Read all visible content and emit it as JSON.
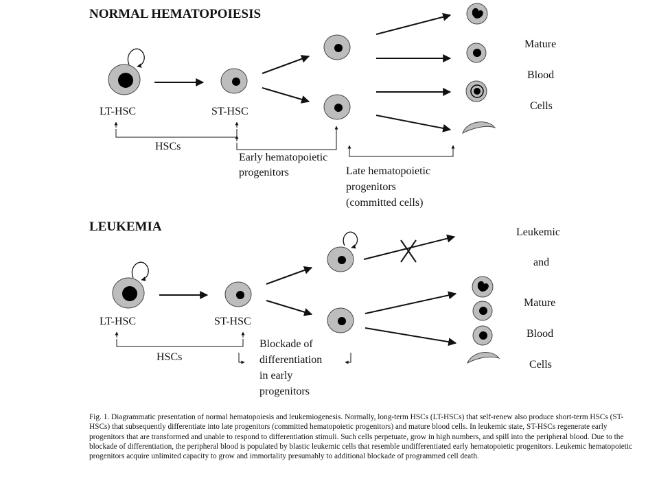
{
  "normal": {
    "title": "NORMAL HEMATOPOIESIS",
    "lt_hsc": "LT-HSC",
    "st_hsc": "ST-HSC",
    "hscs": "HSCs",
    "early_line1": "Early hematopoietic",
    "early_line2": "progenitors",
    "late_line1": "Late hematopoietic",
    "late_line2": "progenitors",
    "late_line3": "(committed cells)",
    "mature_line1": "Mature",
    "mature_line2": "Blood",
    "mature_line3": "Cells"
  },
  "leukemia": {
    "title": "LEUKEMIA",
    "lt_hsc": "LT-HSC",
    "st_hsc": "ST-HSC",
    "hscs": "HSCs",
    "blockade_line1": "Blockade of",
    "blockade_line2": "differentiation",
    "blockade_line3": "in early",
    "blockade_line4": "progenitors",
    "right_line1": "Leukemic",
    "right_line2": "and",
    "right_line3": "Mature",
    "right_line4": "Blood",
    "right_line5": "Cells"
  },
  "caption": "Fig. 1. Diagrammatic presentation of normal hematopoiesis and leukemiogenesis. Normally, long-term HSCs (LT-HSCs) that self-renew also produce short-term HSCs (ST-HSCs) that subsequently differentiate into late progenitors (committed hematopoietic progenitors) and mature blood cells. In leukemic state, ST-HSCs regenerate early progenitors that are transformed and unable to respond to differentiation stimuli. Such cells perpetuate, grow in high numbers, and spill into the peripheral blood. Due to the blockade of differentiation, the peripheral blood is populated by blastic leukemic cells that resemble undifferentiated early hematopoietic progenitors. Leukemic hematopoietic progenitors acquire unlimited capacity to grow and immortality presumably to additional blockade of programmed cell death.",
  "colors": {
    "cell_fill": "#bdbdbd",
    "nucleus": "#000000",
    "line": "#111111"
  }
}
